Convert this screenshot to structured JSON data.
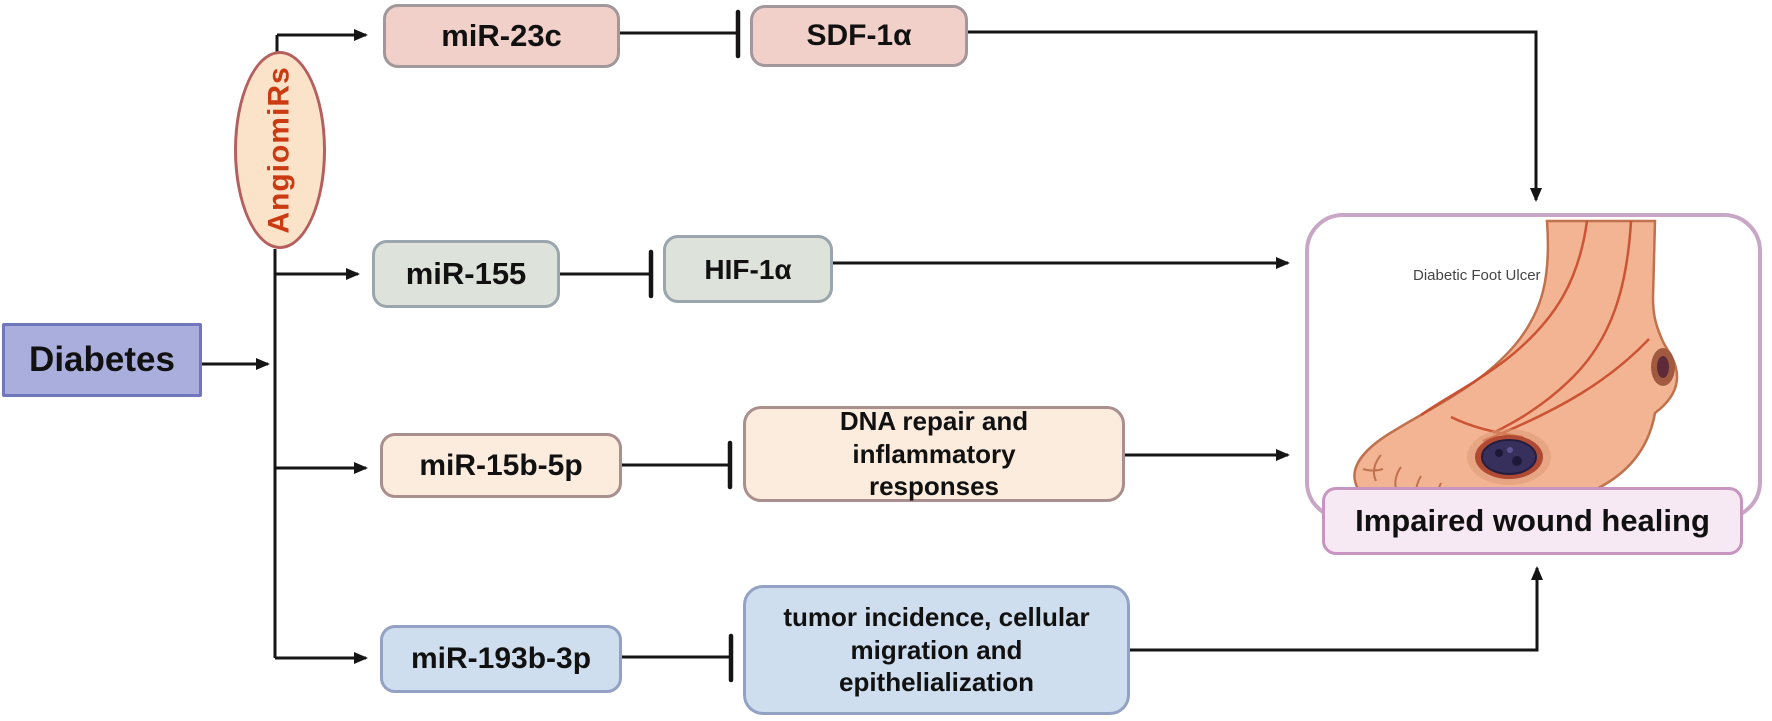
{
  "nodes": {
    "diabetes": "Diabetes",
    "hub": "AngiomiRs"
  },
  "rows": [
    {
      "mir": "miR-23c",
      "target": "SDF-1α"
    },
    {
      "mir": "miR-155",
      "target": "HIF-1α"
    },
    {
      "mir": "miR-15b-5p",
      "target": "DNA repair and inflammatory responses"
    },
    {
      "mir": "miR-193b-3p",
      "target": "tumor incidence, cellular migration and epithelialization"
    }
  ],
  "outcome": {
    "illustration_caption": "Diabetic Foot Ulcer",
    "label": "Impaired wound healing"
  },
  "relations": {
    "hub_to_mir": "activation-arrow",
    "mir_to_target": "inhibition-tbar",
    "target_to_outcome": "activation-arrow"
  },
  "colors": {
    "line": "#151515",
    "diabetes_fill": "#a9aedd",
    "diabetes_border": "#7078bb",
    "hub_fill": "#fbe3c9",
    "hub_border": "#b55f5f",
    "hub_text": "#cc3a12",
    "rose_fill": "#f2d0ca",
    "rose_border": "#a2979a",
    "sage_fill": "#dde3da",
    "sage_border": "#9aa5ae",
    "peach_fill": "#fbecdd",
    "peach_border": "#a98f8d",
    "blue_fill": "#cfdeee",
    "blue_border": "#93a2c4",
    "panel_border": "#c8a6c6",
    "outcome_fill": "#f7e9f4",
    "outcome_border": "#c795bf",
    "caption_text": "#454545",
    "skin": "#f2b493",
    "skin_line": "#c0714d",
    "vessel": "#c84a2a",
    "ulcer": "#38305c"
  }
}
